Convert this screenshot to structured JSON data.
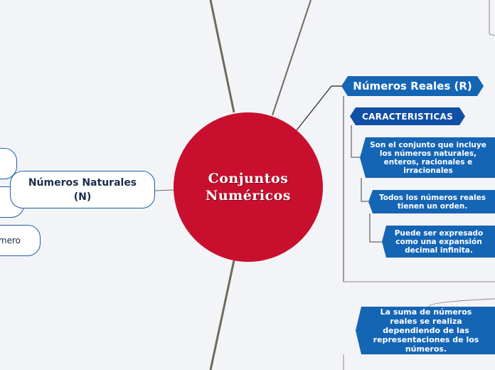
{
  "center": {
    "title": "Conjuntos Numéricos"
  },
  "left_branch": {
    "natural_label": "Números Naturales (N)",
    "partial_child_text": "mero"
  },
  "right_branch": {
    "reales_label": "Números Reales (R)",
    "caracteristicas_label": "CARACTERISTICAS",
    "box1": "Son el conjunto que incluye los números naturales, enteros, racionales e irracionales",
    "box2": "Todos los números reales tienen un orden.",
    "box3": "Puede ser expresado como una expansión decimal infinita.",
    "box4": "La suma de números reales se realiza dependiendo de las representaciones de los números."
  },
  "colors": {
    "background": "#f3f4f7",
    "center_fill": "#c8102e",
    "arrow_fill": "#1565b5",
    "pill_border": "#1d5fa8",
    "connector": "#6b6b5e"
  }
}
